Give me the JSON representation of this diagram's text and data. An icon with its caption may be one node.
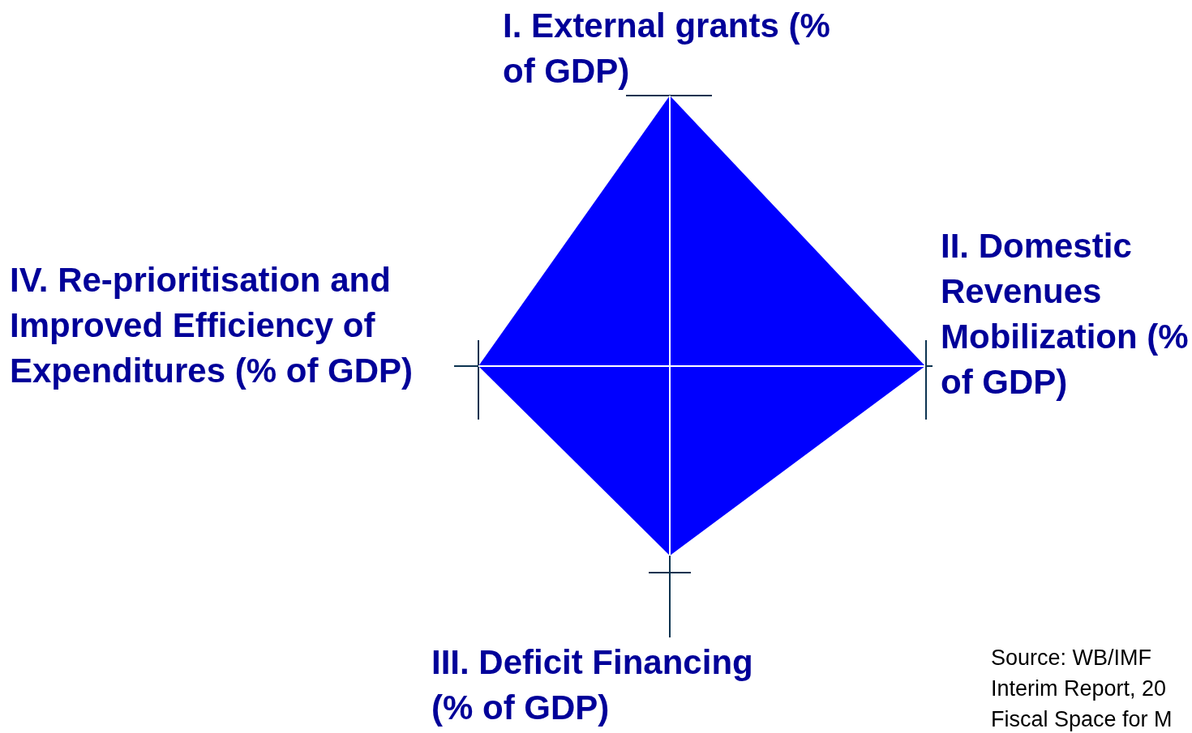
{
  "diagram": {
    "labels": [
      "I. External grants (% of GDP)",
      "IV. Re-prioritisation and Improved Efficiency of Expenditures (% of GDP)",
      "II. Domestic Revenues Mobilization (% of GDP)",
      "III. Deficit Financing (% of GDP)",
      "Source: WB/IMF Interim Report, 20 Fiscal Space for M"
    ]
  }
}
